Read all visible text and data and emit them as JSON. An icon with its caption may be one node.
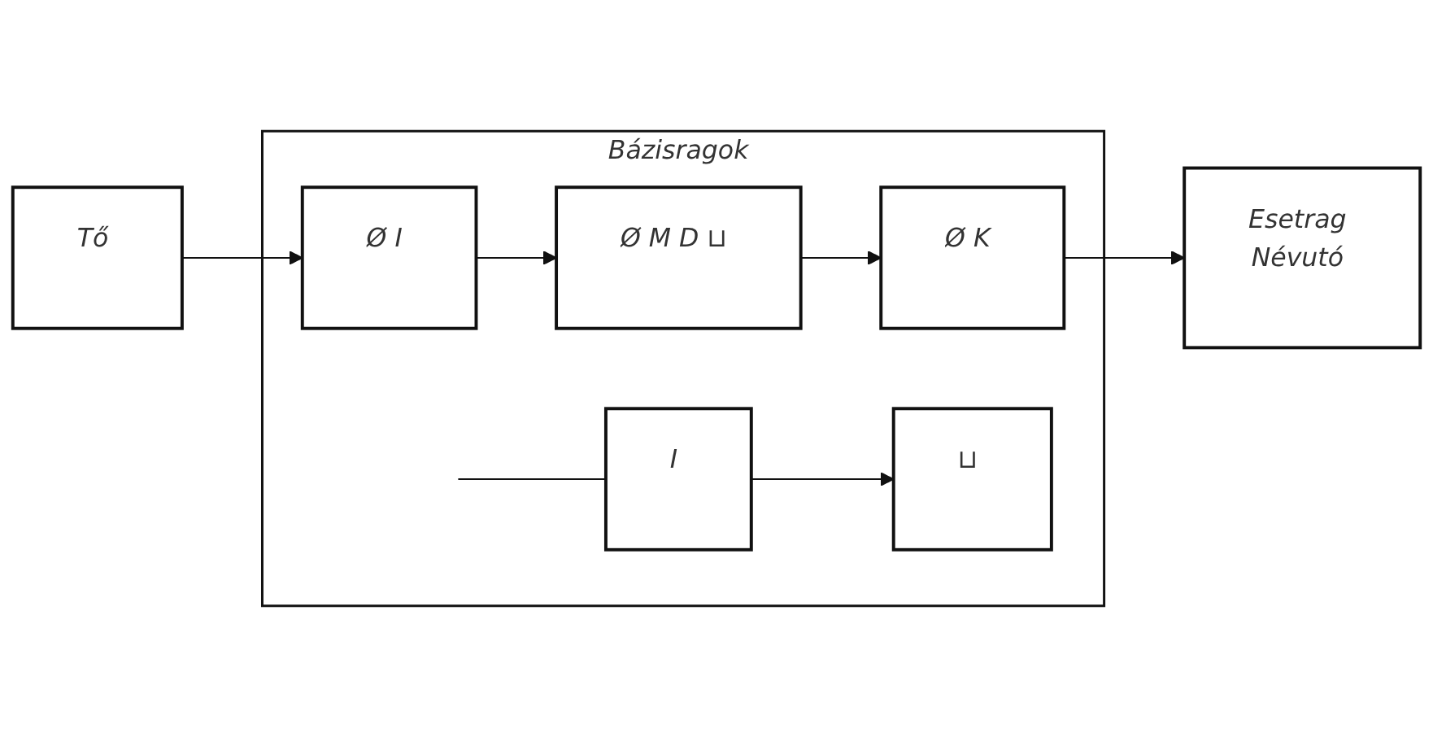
{
  "diagram": {
    "nodes": [
      {
        "text": [
          "Tő"
        ]
      },
      {
        "text": [
          "Bázisragok"
        ]
      },
      {
        "text": [
          "Ø I"
        ],
        "in": 1
      },
      {
        "text": [
          "Ø M D ⊔"
        ],
        "in": 1
      },
      {
        "text": [
          "Ø K"
        ],
        "in": 1
      },
      {
        "text": [
          "Esetrag",
          "Névutó"
        ]
      },
      {
        "text": [
          "I"
        ],
        "in": 1
      },
      {
        "text": [
          "⊔"
        ],
        "in": 1
      }
    ],
    "edges": [
      {
        "from": 0,
        "to": 2,
        "arrow": "to"
      },
      {
        "from": 2,
        "to": 3,
        "arrow": "to"
      },
      {
        "from": 3,
        "to": 4,
        "arrow": "to"
      },
      {
        "from": 4,
        "to": 5,
        "arrow": "to"
      },
      {
        "from": null,
        "to": 6,
        "arrow": "none"
      },
      {
        "from": 6,
        "to": 7,
        "arrow": "to"
      }
    ]
  }
}
